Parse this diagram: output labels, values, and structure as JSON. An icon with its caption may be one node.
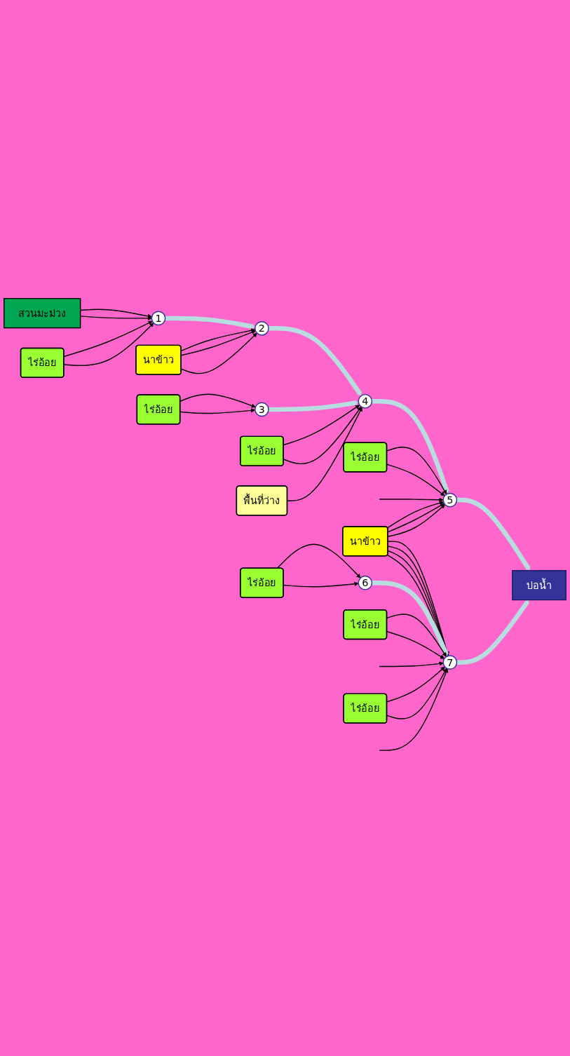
{
  "diagram": {
    "nodes": [
      {
        "text": [
          "ไร่อ้อย"
        ]
      },
      {
        "text": [
          "พื้นที่ว่าง"
        ]
      },
      {
        "text": [
          "บ่อน้ำ"
        ]
      },
      {
        "text": [
          "ไร่อ้อย"
        ]
      },
      {
        "text": [
          "นาข้าว"
        ]
      },
      {
        "text": [
          "5"
        ]
      },
      {
        "text": [
          "7"
        ]
      },
      {
        "text": [
          "4"
        ]
      },
      {
        "text": [
          "3"
        ]
      },
      {
        "text": [
          "นาข้าว"
        ]
      },
      {
        "text": [
          "ไร่อ้อย"
        ]
      },
      {
        "text": [
          "2"
        ]
      },
      {
        "text": [
          "6"
        ]
      },
      {
        "text": [
          "1"
        ]
      },
      {
        "text": [
          "สวนมะม่วง"
        ]
      },
      {
        "text": [
          "ไร่อ้อย"
        ]
      },
      {
        "text": [
          "ไร่อ้อย"
        ]
      },
      {
        "text": [
          "ไร่อ้อย"
        ]
      },
      {
        "text": [
          "ไร่อ้อย"
        ]
      }
    ],
    "edges": [
      {
        "from": 14,
        "to": 13,
        "arrow": "to"
      },
      {
        "from": 14,
        "to": 13,
        "arrow": "to"
      },
      {
        "from": 15,
        "to": 13,
        "arrow": "to"
      },
      {
        "from": 15,
        "to": 13,
        "arrow": "to"
      },
      {
        "from": 13,
        "to": 11,
        "arrow": "to",
        "style": "thick",
        "color": "#b7dde0"
      },
      {
        "from": 9,
        "to": 11,
        "arrow": "to"
      },
      {
        "from": 9,
        "to": 11,
        "arrow": "to"
      },
      {
        "from": 9,
        "to": 11,
        "arrow": "to"
      },
      {
        "from": 10,
        "to": 8,
        "arrow": "to"
      },
      {
        "from": 10,
        "to": 8,
        "arrow": "to"
      },
      {
        "from": 11,
        "to": 7,
        "arrow": "to",
        "style": "thick",
        "color": "#b7dde0"
      },
      {
        "from": 8,
        "to": 7,
        "arrow": "to",
        "style": "thick",
        "color": "#b7dde0"
      },
      {
        "from": 0,
        "to": 7,
        "arrow": "to"
      },
      {
        "from": 0,
        "to": 7,
        "arrow": "to"
      },
      {
        "from": 1,
        "to": 7,
        "arrow": "to"
      },
      {
        "from": 7,
        "to": 5,
        "arrow": "to",
        "style": "thick",
        "color": "#b7dde0"
      },
      {
        "from": 16,
        "to": 5,
        "arrow": "to"
      },
      {
        "from": 16,
        "to": 5,
        "arrow": "to"
      },
      {
        "from": null,
        "to": 5,
        "arrow": "to"
      },
      {
        "from": 4,
        "to": 5,
        "arrow": "to"
      },
      {
        "from": 4,
        "to": 5,
        "arrow": "to"
      },
      {
        "from": 4,
        "to": 5,
        "arrow": "to"
      },
      {
        "from": 5,
        "to": 2,
        "arrow": "to",
        "style": "thick",
        "color": "#b7dde0"
      },
      {
        "from": 4,
        "to": 6,
        "arrow": "to"
      },
      {
        "from": 4,
        "to": 6,
        "arrow": "to"
      },
      {
        "from": 4,
        "to": 6,
        "arrow": "to"
      },
      {
        "from": 4,
        "to": 6,
        "arrow": "to"
      },
      {
        "from": 18,
        "to": 12,
        "arrow": "to"
      },
      {
        "from": 18,
        "to": 12,
        "arrow": "to"
      },
      {
        "from": 12,
        "to": 6,
        "arrow": "to",
        "style": "thick",
        "color": "#b7dde0"
      },
      {
        "from": 17,
        "to": 6,
        "arrow": "to"
      },
      {
        "from": 17,
        "to": 6,
        "arrow": "to"
      },
      {
        "from": null,
        "to": 6,
        "arrow": "to"
      },
      {
        "from": 3,
        "to": 6,
        "arrow": "to"
      },
      {
        "from": 3,
        "to": 6,
        "arrow": "to"
      },
      {
        "from": null,
        "to": 6,
        "arrow": "to"
      },
      {
        "from": 6,
        "to": 2,
        "arrow": "to",
        "style": "thick",
        "color": "#b7dde0"
      }
    ]
  }
}
